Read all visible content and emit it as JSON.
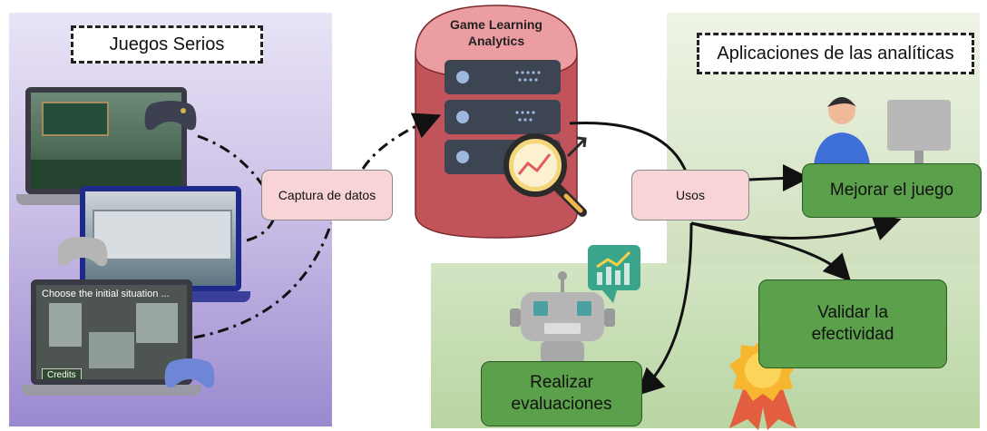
{
  "left_panel": {
    "title": "Juegos Serios"
  },
  "right_panel": {
    "title": "Aplicaciones de las analíticas"
  },
  "center": {
    "title_line1": "Game Learning",
    "title_line2": "Analytics"
  },
  "flow": {
    "capture_label": "Captura de datos",
    "uses_label": "Usos"
  },
  "outcomes": {
    "improve": "Mejorar el juego",
    "validate_line1": "Validar la",
    "validate_line2": "efectividad",
    "evaluate_line1": "Realizar",
    "evaluate_line2": "evaluaciones"
  },
  "screens": {
    "third_title": "Choose the initial situation ...",
    "third_button": "Credits"
  },
  "colors": {
    "left_panel": "#b3a5dd",
    "right_panel": "#cfe0bd",
    "database": "#c0545a",
    "pink_label": "#f8d4d6",
    "green_box": "#5ba04a"
  }
}
